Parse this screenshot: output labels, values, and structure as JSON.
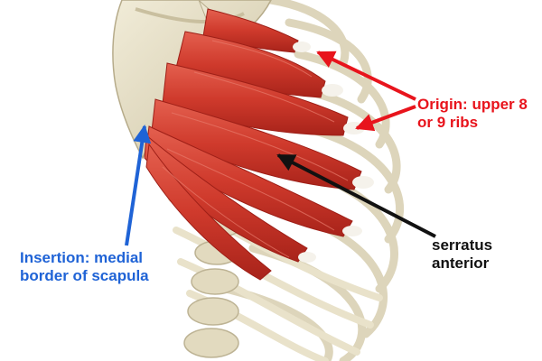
{
  "labels": {
    "origin": {
      "line1": "Origin: upper 8",
      "line2": "or 9 ribs",
      "color": "#e8141c"
    },
    "insertion": {
      "line1": "Insertion: medial",
      "line2": "border of scapula",
      "color": "#1f63d6"
    },
    "serratus": {
      "line1": "serratus",
      "line2": "anterior",
      "color": "#111111"
    }
  },
  "colors": {
    "bone": "#e6dfc6",
    "bone_shadow": "#c2b898",
    "muscle": "#cf3a2c",
    "muscle_dark": "#a8231a",
    "muscle_light": "#e8695a",
    "tendon": "#f4f1ea"
  }
}
